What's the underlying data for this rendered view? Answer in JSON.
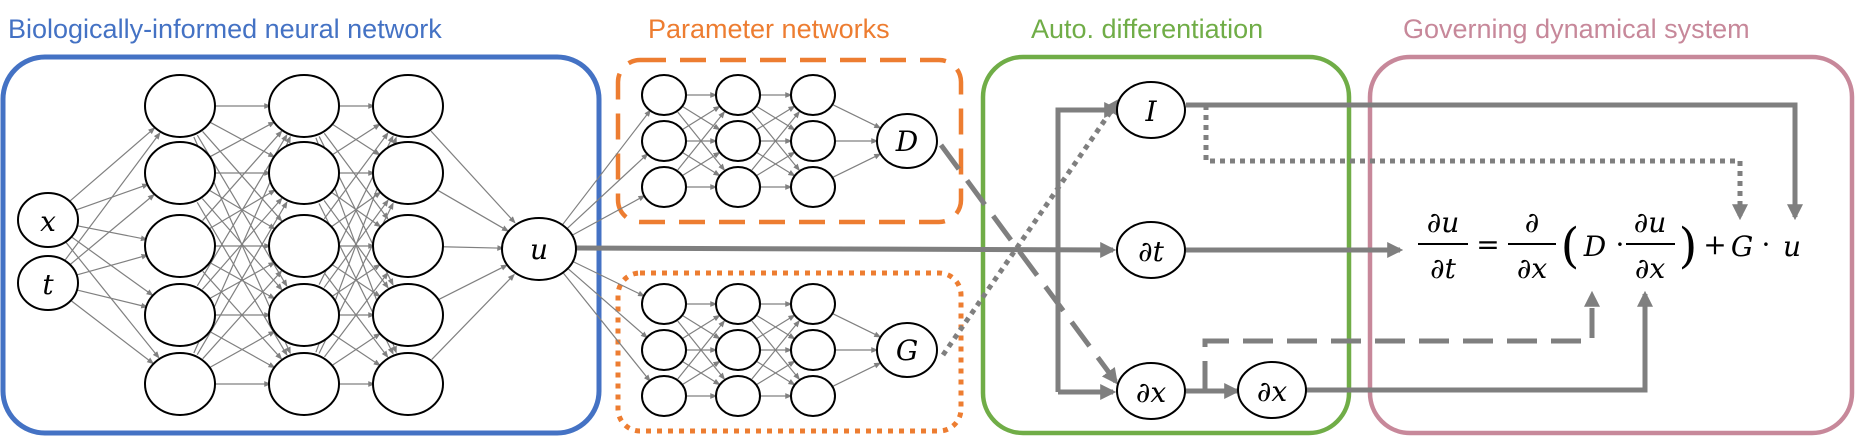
{
  "panels": {
    "bio": {
      "title": "Biologically-informed neural network",
      "color": "#4472C4"
    },
    "param": {
      "title": "Parameter networks",
      "color": "#ED7D31"
    },
    "auto": {
      "title": "Auto. differentiation",
      "color": "#70AD47"
    },
    "gov": {
      "title": "Governing dynamical system",
      "color": "#C7889A"
    }
  },
  "nodes": {
    "x": "x",
    "t": "t",
    "u": "u",
    "D": "D",
    "G": "G",
    "I": "I",
    "dt": "∂t",
    "dx1": "∂x",
    "dx2": "∂x"
  },
  "equation": {
    "du": "∂u",
    "dt": "∂t",
    "eq": "=",
    "d": "∂",
    "dx": "∂x",
    "lparen": "(",
    "D": "D",
    "dot1": "·",
    "du2": "∂u",
    "dx2": "∂x",
    "rparen": ")",
    "plus": "+",
    "G": "G",
    "dot2": "·",
    "u": "u"
  },
  "colors": {
    "arrow": "#7F7F7F",
    "edge": "#808080"
  }
}
